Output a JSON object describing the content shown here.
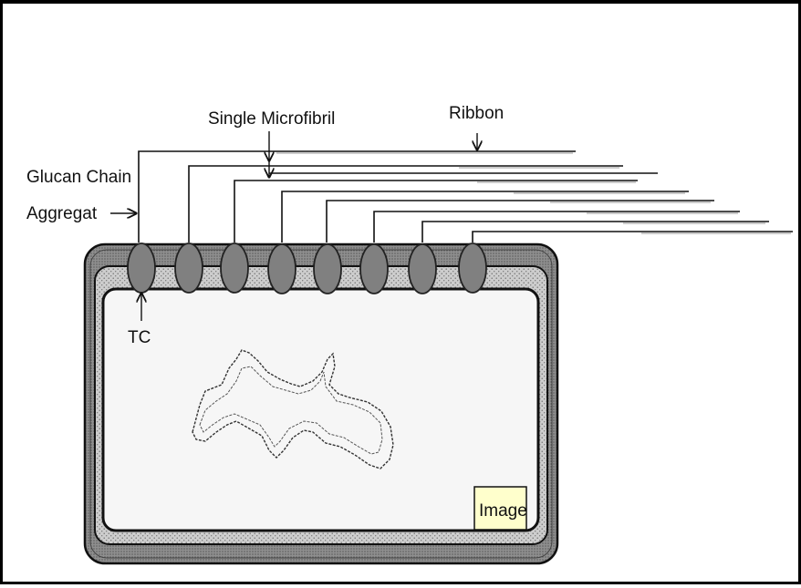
{
  "diagram": {
    "labels": {
      "single_microfibril": "Single Microfibril",
      "ribbon": "Ribbon",
      "glucan_chain_line1": "Glucan Chain",
      "glucan_chain_line2": "Aggregat",
      "tc": "TC",
      "image_tag": "Image"
    },
    "terminal_complex_count": 8,
    "colors": {
      "stroke": "#111111",
      "outer_wall": "#9a9a9a",
      "inner_band": "#cfcfcf",
      "cytoplasm": "#f6f6f6",
      "terminal_complex": "#808080",
      "image_tag_bg": "#ffffcc"
    }
  }
}
